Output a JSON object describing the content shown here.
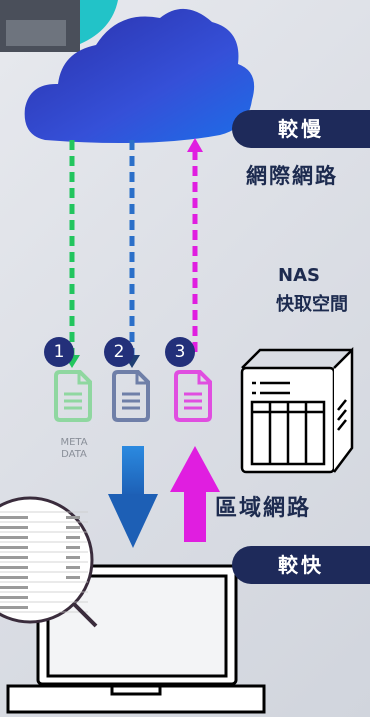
{
  "cloud": {
    "pill_label": "較慢",
    "network_label": "網際網路"
  },
  "nas": {
    "title": "NAS",
    "subtitle": "快取空間"
  },
  "lan": {
    "network_label": "區域網路",
    "pill_label": "較快"
  },
  "files": [
    {
      "number": "1",
      "color": "#8fd7a0"
    },
    {
      "number": "2",
      "color": "#6f7fa8"
    },
    {
      "number": "3",
      "color": "#e04ee0"
    }
  ],
  "meta_label": {
    "line1": "META",
    "line2": "DATA"
  },
  "colors": {
    "green_arrow": "#22c55e",
    "blue_arrow": "#2b6fc9",
    "magenta_arrow": "#e01ee0",
    "pill": "#1e2a5a"
  },
  "icons": [
    "cloud-icon",
    "document-icon",
    "nas-icon",
    "laptop-icon",
    "arrow-down-icon",
    "arrow-up-icon",
    "magnifier-icon"
  ]
}
